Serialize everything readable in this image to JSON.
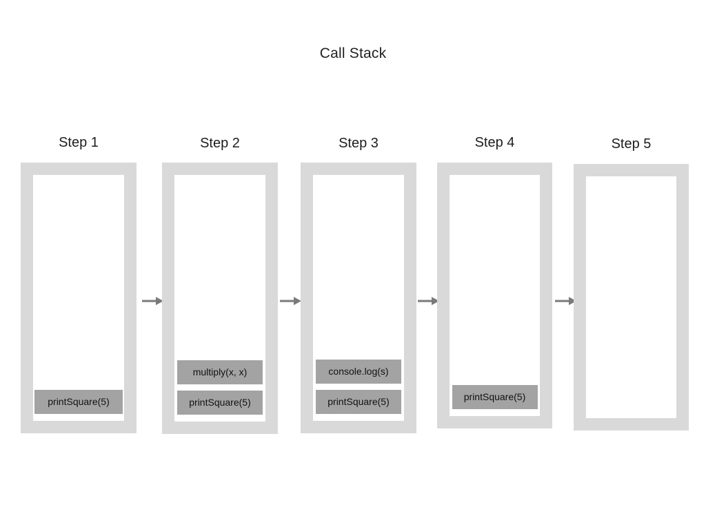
{
  "title": "Call Stack",
  "colors": {
    "background": "#ffffff",
    "box_border": "#d9d9d9",
    "box_interior": "#ffffff",
    "frame_fill": "#a3a3a3",
    "frame_text": "#111111",
    "title_text": "#222222",
    "label_text": "#1d1d1d",
    "arrow": "#7a7a7a"
  },
  "arrow_glyph": "arrow-right-icon",
  "steps": [
    {
      "label": "Step 1",
      "frames": [
        "printSquare(5)"
      ]
    },
    {
      "label": "Step 2",
      "frames": [
        "multiply(x, x)",
        "printSquare(5)"
      ]
    },
    {
      "label": "Step 3",
      "frames": [
        "console.log(s)",
        "printSquare(5)"
      ]
    },
    {
      "label": "Step 4",
      "frames": [
        "printSquare(5)"
      ]
    },
    {
      "label": "Step 5",
      "frames": []
    }
  ],
  "arrows": [
    {
      "name": "arrow-step1-step2"
    },
    {
      "name": "arrow-step2-step3"
    },
    {
      "name": "arrow-step3-step4"
    },
    {
      "name": "arrow-step4-step5"
    }
  ]
}
